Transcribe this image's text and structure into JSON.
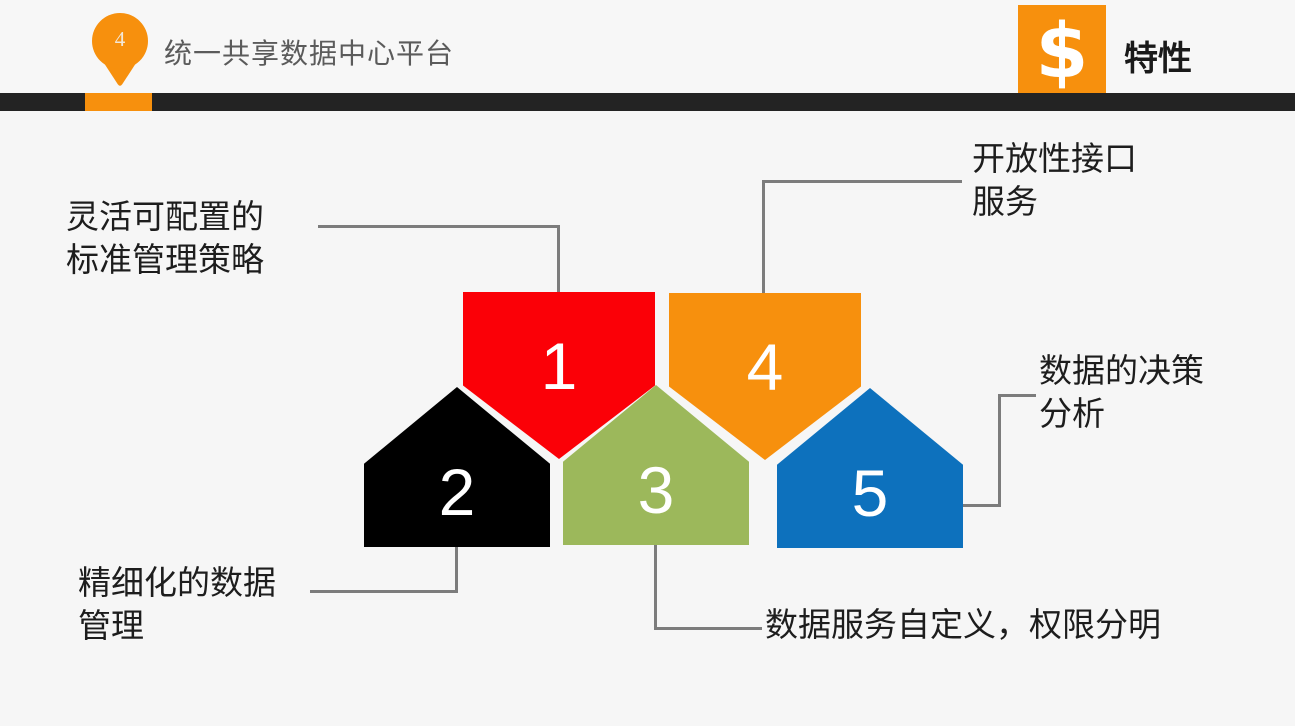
{
  "header": {
    "pin_number": "4",
    "pin_icon": "map-pin-icon",
    "title": "统一共享数据中心平台",
    "badge_icon": "dollar-sign-icon",
    "badge_glyph": "$",
    "badge_label": "特性",
    "accent_color": "#f7900d",
    "rule_color": "#232323",
    "title_color": "#5b5b5b"
  },
  "diagram": {
    "type": "pentagon-cluster",
    "shapes": [
      {
        "id": "1",
        "number": "1",
        "color": "#fb0007",
        "orientation": "pointing-down",
        "label_key": "label_1"
      },
      {
        "id": "2",
        "number": "2",
        "color": "#000000",
        "orientation": "pointing-up",
        "label_key": "label_2"
      },
      {
        "id": "3",
        "number": "3",
        "color": "#9cb85b",
        "orientation": "pointing-up",
        "label_key": "label_3"
      },
      {
        "id": "4",
        "number": "4",
        "color": "#f7900d",
        "orientation": "pointing-down",
        "label_key": "label_4"
      },
      {
        "id": "5",
        "number": "5",
        "color": "#0d71bd",
        "orientation": "pointing-up",
        "label_key": "label_5"
      }
    ],
    "labels": {
      "label_1": "灵活可配置的\n标准管理策略",
      "label_2": "精细化的数据\n管理",
      "label_3": "数据服务自定义，权限分明",
      "label_4": "开放性接口\n服务",
      "label_5": "数据的决策\n分析"
    },
    "connector_color": "#7c7c7c",
    "background_color": "#f6f6f6"
  }
}
